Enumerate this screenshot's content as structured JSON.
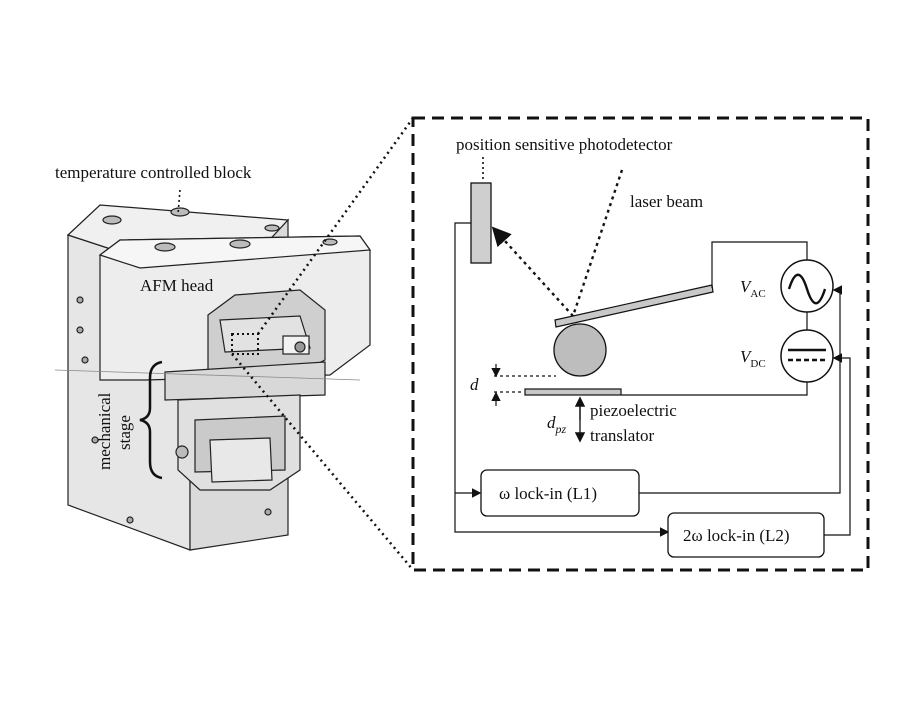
{
  "labels": {
    "temperature_block": "temperature controlled block",
    "afm_head": "AFM head",
    "mechanical_stage": "mechanical\nstage",
    "photodetector": "position sensitive photodetector",
    "laser_beam": "laser beam",
    "v_ac_symbol": "V",
    "v_ac_sub": "AC",
    "v_dc_symbol": "V",
    "v_dc_sub": "DC",
    "d": "d",
    "d_pz_symbol": "d",
    "d_pz_sub": "pz",
    "piezo_line1": "piezoelectric",
    "piezo_line2": "translator",
    "lockin_l1": "ω lock-in (L1)",
    "lockin_l2": "2ω lock-in (L2)"
  },
  "colors": {
    "line": "#111111",
    "block_fill": "#e4e4e4",
    "block_fill_light": "#eeeeee",
    "block_fill_dark": "#cfcfcf",
    "photodetector_fill": "#cfcfcf",
    "sphere_fill": "#bdbdbd",
    "cantilever_fill": "#c8c8c8"
  }
}
